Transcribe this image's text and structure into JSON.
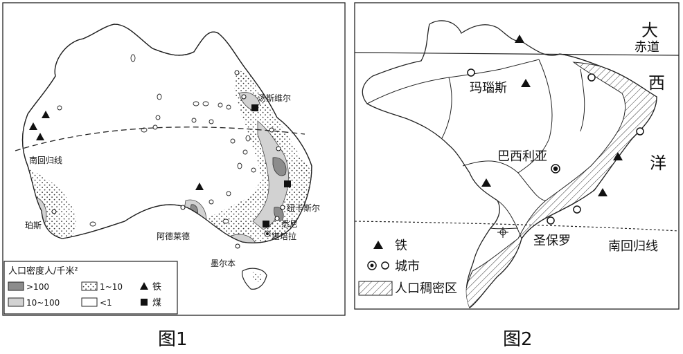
{
  "figure1": {
    "caption": "图1",
    "labels": {
      "townsville": "汤斯维尔",
      "tropic": "南回归线",
      "newcastle": "纽卡斯尔",
      "sydney": "悉尼",
      "canberra": "堪培拉",
      "adelaide": "阿德莱德",
      "perth": "珀斯",
      "melbourne": "墨尔本"
    },
    "legend": {
      "title": "人口密度人/千米²",
      "items": [
        {
          "text": ">100",
          "fill": "#8c8c8c"
        },
        {
          "text": "10~100",
          "fill": "#d2d2d2"
        },
        {
          "text": "1~10",
          "fill": "dots"
        },
        {
          "text": "<1",
          "fill": "#ffffff"
        }
      ],
      "iron": "铁",
      "coal": "煤"
    }
  },
  "figure2": {
    "caption": "图2",
    "labels": {
      "big": "大",
      "equator": "赤道",
      "west": "西",
      "ocean": "洋",
      "manaus": "玛瑙斯",
      "brasilia": "巴西利亚",
      "saopaulo": "圣保罗",
      "tropic": "南回归线"
    },
    "legend": {
      "iron": "铁",
      "city": "城市",
      "dense": "人口稠密区"
    }
  }
}
